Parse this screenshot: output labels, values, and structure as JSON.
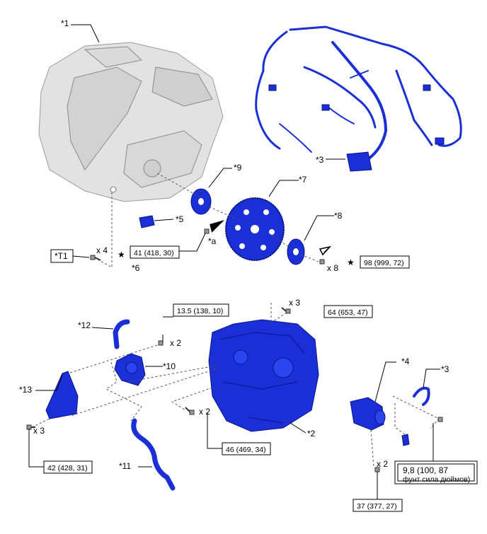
{
  "colors": {
    "part": "#1a2fd6",
    "part_dark": "#0a148a",
    "engine": "#e2e2e2"
  },
  "icons": [
    "bolt-icon",
    "star-icon",
    "arrow-icon"
  ],
  "labels": {
    "p1": "*1",
    "p3a": "*3",
    "p3b": "*3",
    "p2": "*2",
    "p4": "*4",
    "p5": "*5",
    "p6": "*6",
    "p7": "*7",
    "p8": "*8",
    "p9": "*9",
    "p10": "*10",
    "p11": "*11",
    "p12": "*12",
    "p13": "*13",
    "pa": "*a",
    "t1": "*T1"
  },
  "qty": {
    "x4": "x 4",
    "x8": "x 8",
    "x3_top": "x 3",
    "x2_upper": "x 2",
    "x2_mid": "x 2",
    "x3_left": "x 3",
    "x2_starter": "x 2"
  },
  "star": "★",
  "torque": {
    "t41": "41 (418, 30)",
    "t98": "98 (999, 72)",
    "t13": "13.5 (138, 10)",
    "t64": "64 (653, 47)",
    "t46": "46 (469, 34)",
    "t42": "42 (428, 31)",
    "t98b_line1": "9,8 (100, 87",
    "t98b_line2": "фунт сила дюймов)",
    "t37": "37 (377, 27)"
  }
}
